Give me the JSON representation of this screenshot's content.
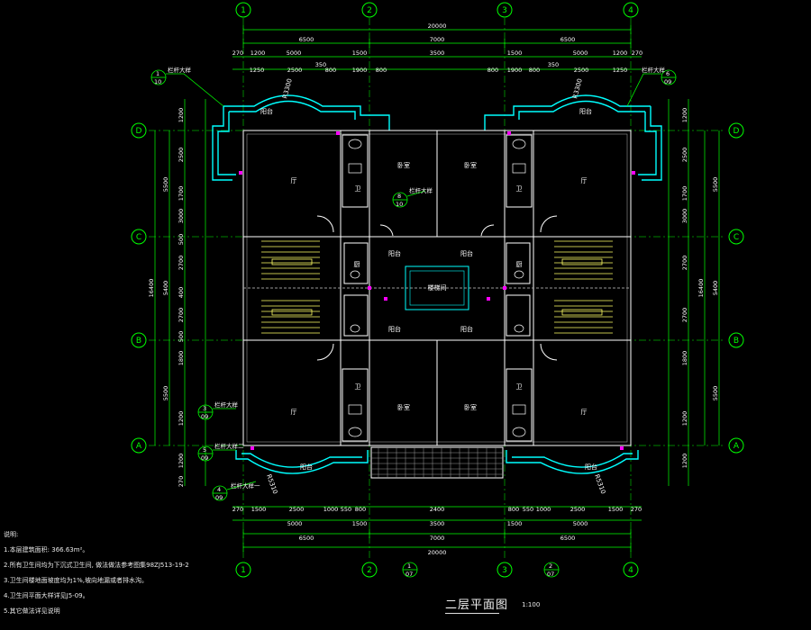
{
  "drawing": {
    "title": "二层平面图",
    "scale": "1:100",
    "colors": {
      "background": "#000000",
      "dimension": "#00ff00",
      "axis_bubble": "#00ff00",
      "wall": "#ffffff",
      "exterior_wall": "#00ffff",
      "stair": "#ffff66",
      "label": "#ffffff",
      "accent": "#ff00ff"
    },
    "axes_vertical": [
      "1",
      "2",
      "3",
      "4"
    ],
    "axes_horizontal": [
      "D",
      "C",
      "B",
      "A"
    ],
    "dimensions": {
      "overall_width": "20000",
      "top_bays": [
        "6500",
        "7000",
        "6500"
      ],
      "top_detail_1": [
        "270",
        "1200",
        "5000",
        "1500",
        "3500",
        "1500",
        "5000",
        "1200",
        "270"
      ],
      "top_detail_2": [
        "1250",
        "2500",
        "350",
        "800",
        "1900",
        "800",
        "800",
        "1900",
        "800",
        "350",
        "2500",
        "1250"
      ],
      "bottom_detail_1": [
        "270",
        "1500",
        "2500",
        "1000",
        "550",
        "800",
        "2400",
        "800",
        "550",
        "1000",
        "2500",
        "1500",
        "270"
      ],
      "bottom_detail_2": [
        "5000",
        "1500",
        "3500",
        "1500",
        "5000"
      ],
      "bottom_bays": [
        "6500",
        "7000",
        "6500"
      ],
      "left_outer": [
        "5500",
        "5400",
        "5500"
      ],
      "overall_depth": "16400",
      "left_inner": [
        "1200",
        "2500",
        "1700",
        "3000",
        "500",
        "2700",
        "400",
        "2700",
        "500",
        "1800",
        "1200",
        "1200",
        "270"
      ],
      "radius_top": "R3300",
      "radius_bottom": "R5310"
    },
    "room_labels": {
      "living": "厅",
      "bedroom": "卧室",
      "balcony": "阳台",
      "stair_well": "楼梯间",
      "toilet": "卫",
      "kitchen": "厨"
    },
    "callouts": [
      {
        "text": "栏杆大样",
        "ref": "1",
        "sheet": "10"
      },
      {
        "text": "栏杆大样",
        "ref": "6",
        "sheet": "09"
      },
      {
        "text": "栏杆大样",
        "ref": "8",
        "sheet": "10"
      },
      {
        "text": "栏杆大样",
        "ref": "3",
        "sheet": "09"
      },
      {
        "text": "栏杆大样二",
        "ref": "5",
        "sheet": "09"
      },
      {
        "text": "栏杆大样一",
        "ref": "4",
        "sheet": "09"
      }
    ],
    "section_marks": [
      {
        "ref": "1",
        "sheet": "07"
      },
      {
        "ref": "2",
        "sheet": "07"
      }
    ],
    "notes_title": "说明:",
    "notes": [
      "1.本层建筑面积: 366.63m²。",
      "2.所有卫生间均为下沉式卫生间, 做法做法参考图集98ZJ513-19-2",
      "3.卫生间楼地面坡度均为1%,坡向地漏或者排水沟。",
      "4.卫生间平面大样详见J5-09。",
      "5.其它做法详见说明"
    ]
  }
}
